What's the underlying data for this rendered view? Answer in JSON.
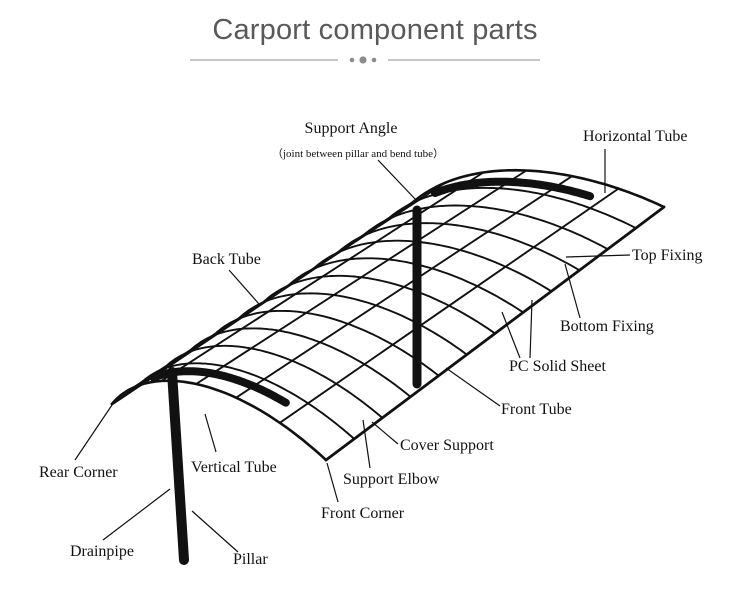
{
  "header": {
    "title": "Carport component parts"
  },
  "colors": {
    "title": "#595959",
    "divider": "#8c8c8c",
    "structure": "#111111"
  },
  "labels": {
    "support_angle": "Support Angle",
    "support_angle_note": "（joint between pillar and bend tube）",
    "horizontal_tube": "Horizontal Tube",
    "top_fixing": "Top Fixing",
    "back_tube": "Back Tube",
    "bottom_fixing": "Bottom Fixing",
    "pc_solid_sheet": "PC Solid Sheet",
    "front_tube": "Front Tube",
    "cover_support": "Cover Support",
    "rear_corner": "Rear Corner",
    "vertical_tube": "Vertical Tube",
    "support_elbow": "Support Elbow",
    "front_corner": "Front Corner",
    "drainpipe": "Drainpipe",
    "pillar": "Pillar"
  }
}
